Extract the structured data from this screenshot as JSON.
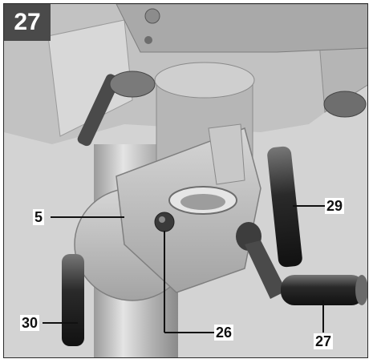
{
  "figure": {
    "number": "27",
    "labels": {
      "c5": "5",
      "c26": "26",
      "c27": "27",
      "c29": "29",
      "c30": "30"
    }
  },
  "colors": {
    "badge": "#4a4a4a",
    "metal": "#b9b9b9",
    "handle": "#2e2e2e",
    "line": "#111111"
  }
}
